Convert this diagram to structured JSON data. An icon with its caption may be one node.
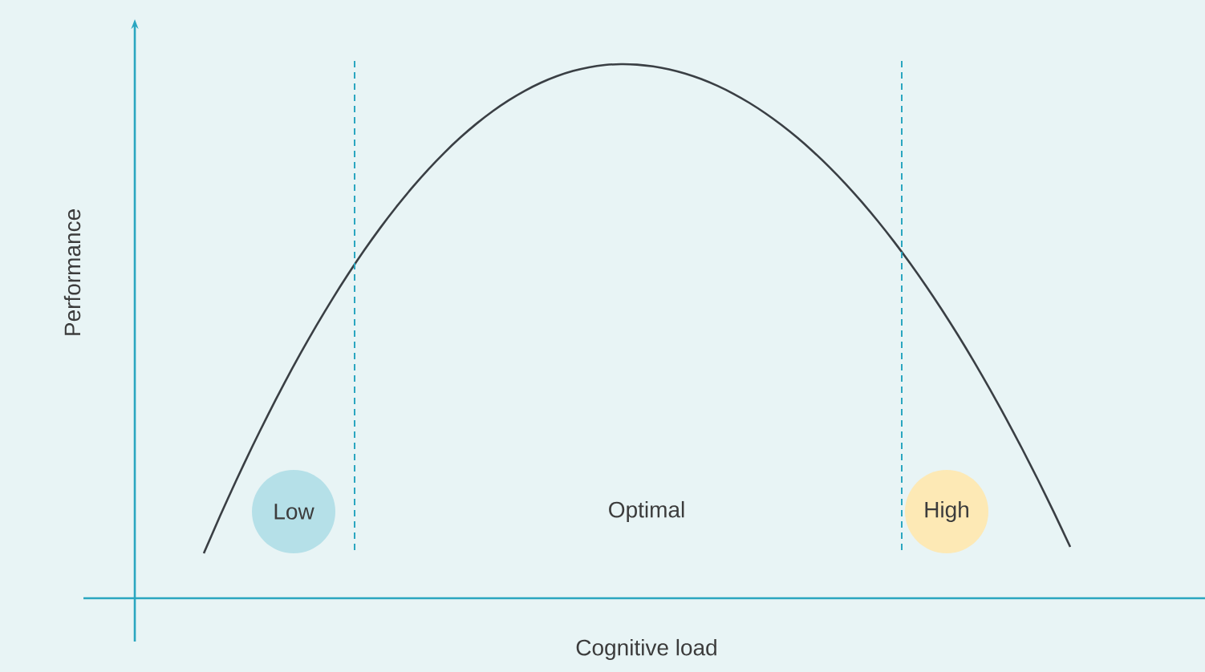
{
  "diagram": {
    "nodes": [
      {
        "text": [
          "Low"
        ]
      },
      {
        "text": [
          "High"
        ]
      }
    ],
    "labels": [
      "Performance",
      "Optimal",
      "Cognitive load"
    ]
  }
}
